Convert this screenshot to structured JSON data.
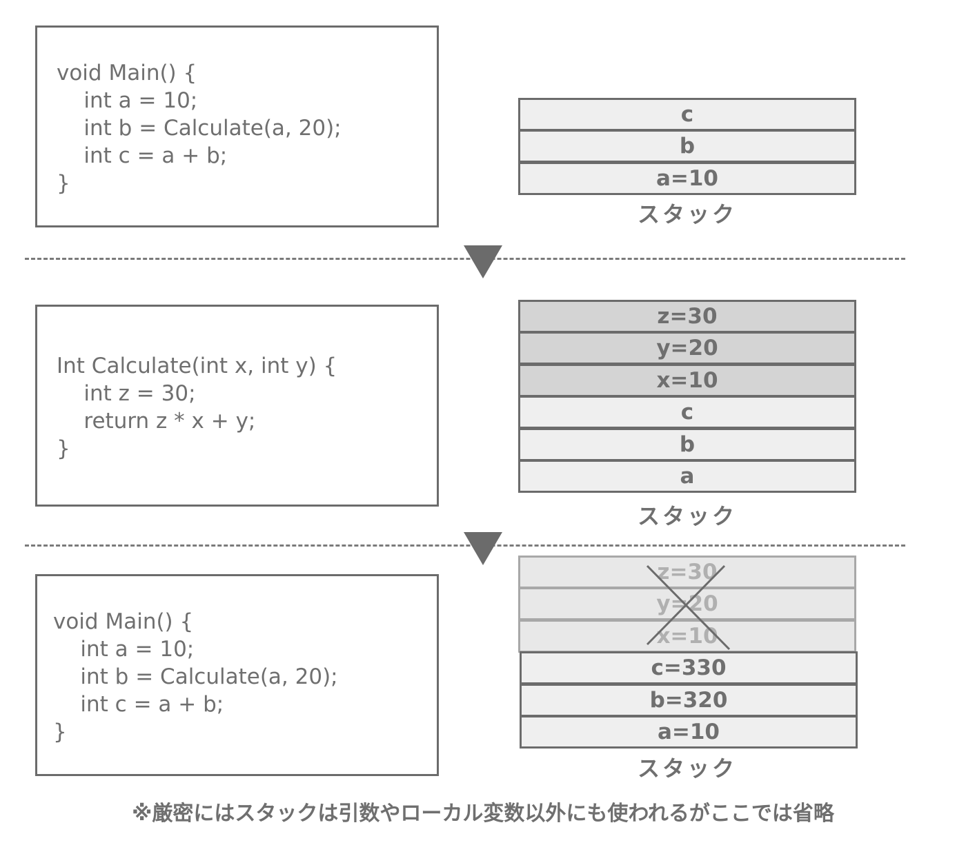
{
  "panel1": {
    "code": [
      "void Main() {",
      "    int a = 10;",
      "    int b = Calculate(a, 20);",
      "    int c = a + b;",
      "}"
    ],
    "stack": [
      "c",
      "b",
      "a=10"
    ],
    "stack_label": "スタック"
  },
  "panel2": {
    "code": [
      "Int Calculate(int x, int y) {",
      "    int z = 30;",
      "    return z * x + y;",
      "}"
    ],
    "stack": [
      "z=30",
      "y=20",
      "x=10",
      "c",
      "b",
      "a"
    ],
    "stack_label": "スタック"
  },
  "panel3": {
    "code": [
      "void Main() {",
      "    int a = 10;",
      "    int b = Calculate(a, 20);",
      "    int c = a + b;",
      "}"
    ],
    "stack": [
      "z=30",
      "y=20",
      "x=10",
      "c=330",
      "b=320",
      "a=10"
    ],
    "stack_label": "スタック"
  },
  "footnote": "※厳密にはスタックは引数やローカル変数以外にも使われるがここでは省略",
  "colors": {
    "border": "#6b6b6b",
    "text": "#6f6f6f",
    "cell_light": "#efefef",
    "cell_dark": "#d4d4d4",
    "cell_faded": "#e8e8e8"
  }
}
